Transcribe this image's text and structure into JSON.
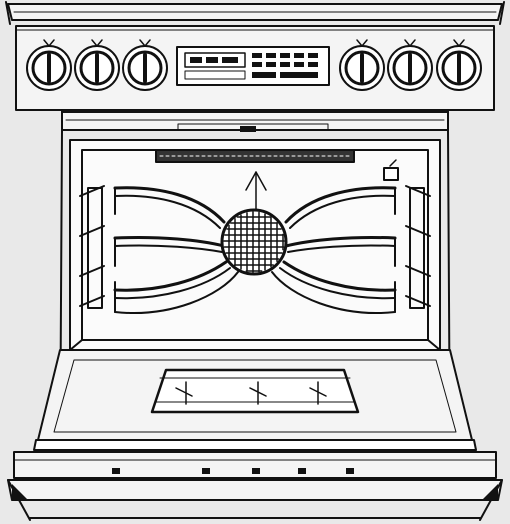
{
  "figure": {
    "subject": "range-oven-open-door",
    "ink_color": "#111111",
    "paper_color": "#e9e9e9",
    "panel_fill": "#f4f4f4",
    "label_text": ""
  },
  "control_panel": {
    "knob_count_left": 3,
    "knob_count_right": 3,
    "display_icon": "digital-clock-display",
    "keypad_icon": "touch-keypad"
  },
  "oven_cavity": {
    "rack_count": 3,
    "fan_icon": "convection-fan-grille",
    "light_icon": "oven-light",
    "element_icon": "broil-element"
  },
  "door": {
    "state": "open",
    "window_icon": "door-window"
  }
}
